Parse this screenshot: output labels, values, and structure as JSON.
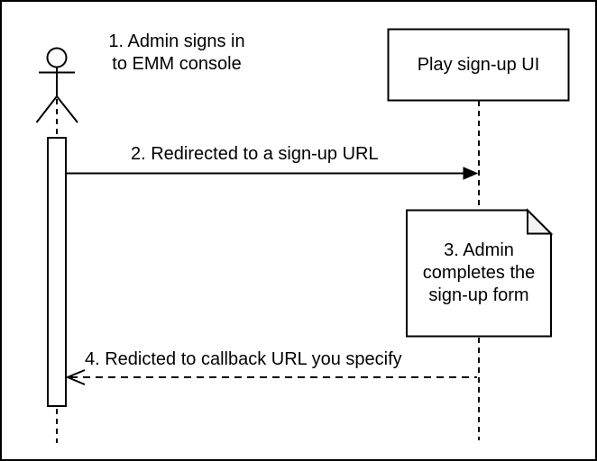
{
  "diagram_type": "sequence-diagram",
  "colors": {
    "stroke": "#000000",
    "shape_fill": "#ffffff",
    "note_fold_fill": "#f2f2f2"
  },
  "actor_note": {
    "line1": "1. Admin signs in",
    "line2": "to EMM console"
  },
  "participant_box": {
    "label": "Play sign-up UI"
  },
  "messages": {
    "redirect": {
      "label": "2. Redirected to a sign-up URL"
    },
    "callback": {
      "label": "4. Redicted to callback URL you specify"
    }
  },
  "note": {
    "line1": "3. Admin",
    "line2": "completes the",
    "line3": "sign-up form"
  }
}
